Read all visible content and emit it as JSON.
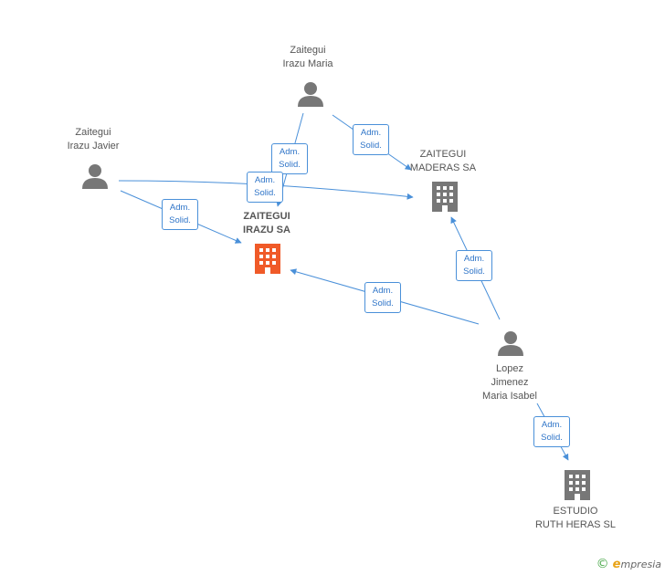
{
  "nodes": {
    "zaitegui_irazu_maria": {
      "line1": "Zaitegui",
      "line2": "Irazu Maria"
    },
    "zaitegui_irazu_javier": {
      "line1": "Zaitegui",
      "line2": "Irazu Javier"
    },
    "zaitegui_irazu_sa": {
      "line1": "ZAITEGUI",
      "line2": "IRAZU SA"
    },
    "zaitegui_maderas_sa": {
      "line1": "ZAITEGUI",
      "line2": "MADERAS SA"
    },
    "lopez_jimenez": {
      "line1": "Lopez",
      "line2": "Jimenez",
      "line3": "Maria Isabel"
    },
    "estudio_ruth_heras": {
      "line1": "ESTUDIO",
      "line2": "RUTH HERAS SL"
    }
  },
  "edge_label": {
    "line1": "Adm.",
    "line2": "Solid."
  },
  "colors": {
    "person": "#777777",
    "company": "#777777",
    "main_company": "#f05a28",
    "edge": "#4a90d9"
  },
  "footer": {
    "copyright": "©",
    "brand_first": "e",
    "brand_rest": "mpresia"
  }
}
